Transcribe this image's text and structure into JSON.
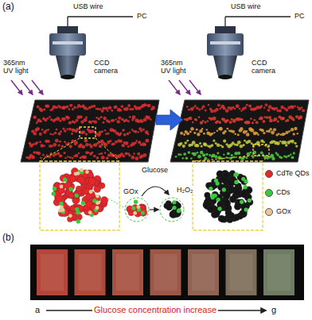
{
  "diagram": {
    "labels": [
      "(a)",
      "USB wire",
      "PC",
      "365nm UV light",
      "CCD camera",
      "USB wire",
      "PC",
      "365nm UV light",
      "CCD camera",
      "Glucose",
      "GOx",
      "H₂O₂",
      "(b)",
      "a",
      "Glucose concentration increase",
      "g"
    ],
    "legend": [
      {
        "text": "CdTe QDs",
        "color": "#e8262a"
      },
      {
        "text": "CDs",
        "color": "#3cc83c"
      },
      {
        "text": "GOx",
        "color": "#e8c89a"
      }
    ]
  }
}
